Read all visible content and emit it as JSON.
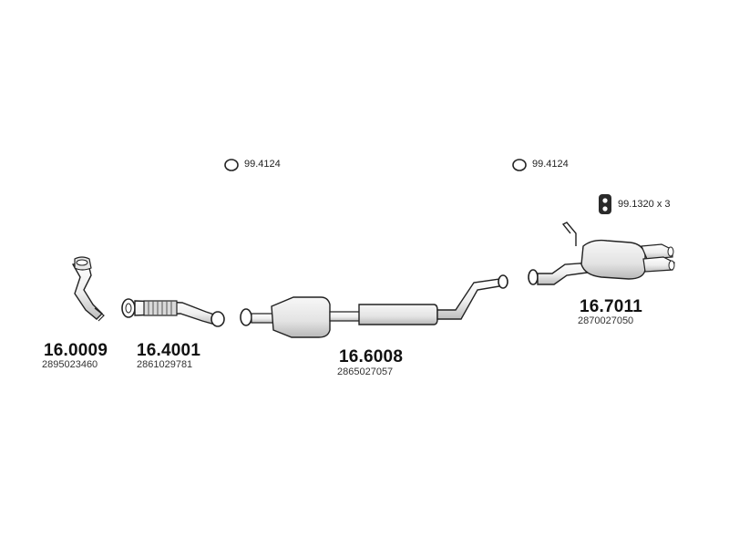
{
  "parts": [
    {
      "name": "front-pipe",
      "part_no": "16.0009",
      "oe_no": "2895023460"
    },
    {
      "name": "flex-pipe",
      "part_no": "16.4001",
      "oe_no": "2861029781"
    },
    {
      "name": "middle-silencer",
      "part_no": "16.6008",
      "oe_no": "2865027057"
    },
    {
      "name": "rear-silencer",
      "part_no": "16.7011",
      "oe_no": "2870027050"
    }
  ],
  "accessories": [
    {
      "name": "ring-gasket-1",
      "icon": "ring-gasket-icon",
      "label": "99.4124"
    },
    {
      "name": "ring-gasket-2",
      "icon": "ring-gasket-icon",
      "label": "99.4124"
    },
    {
      "name": "rubber-hanger",
      "icon": "rubber-hanger-icon",
      "label": "99.1320 x 3"
    }
  ],
  "colors": {
    "line": "#222222",
    "fill": "#f2f2f2",
    "shade": "#d6d6d6",
    "text": "#111111"
  }
}
